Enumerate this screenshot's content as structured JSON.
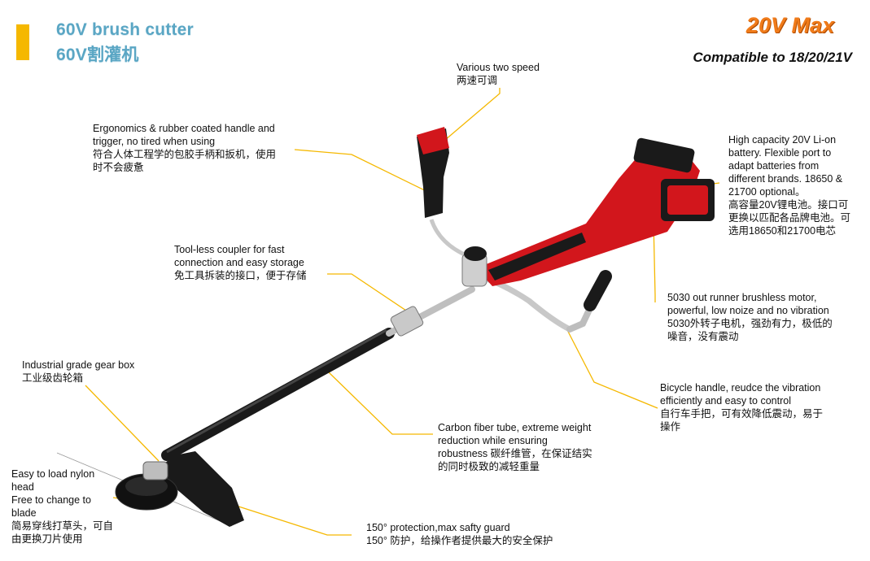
{
  "header": {
    "title_en": "60V brush cutter",
    "title_cn": "60V割灌机",
    "badge": "20V Max",
    "compatibility": "Compatible to 18/20/21V"
  },
  "colors": {
    "accent_yellow": "#f5b800",
    "title_blue": "#5aa6c4",
    "badge_orange": "#f07b1a",
    "product_red": "#d2161c",
    "callout_line": "#f5b800"
  },
  "callouts": {
    "two_speed": {
      "en": "Various two speed",
      "cn": "两速可调"
    },
    "handle": {
      "en1": "Ergonomics & rubber coated handle and",
      "en2": "trigger, no tired when using",
      "cn1": "符合人体工程学的包胶手柄和扳机，使用",
      "cn2": "时不会疲惫"
    },
    "battery": {
      "l1": "High capacity 20V Li-on",
      "l2": "battery. Flexible port to",
      "l3": "adapt batteries from",
      "l4": "different brands. 18650 &",
      "l5": "21700 optional。",
      "l6": "高容量20V锂电池。接口可",
      "l7": "更换以匹配各品牌电池。可",
      "l8": "选用18650和21700电芯"
    },
    "coupler": {
      "en1": "Tool-less coupler for fast",
      "en2": "connection and easy storage",
      "cn": "免工具拆装的接口，便于存储"
    },
    "motor": {
      "en1": "5030 out runner brushless motor,",
      "en2": "powerful, low noize and no vibration",
      "cn1": "5030外转子电机，强劲有力，极低的",
      "cn2": "噪音，没有震动"
    },
    "gearbox": {
      "en": "Industrial grade gear box",
      "cn": "工业级齿轮箱"
    },
    "bicycle": {
      "en1": "Bicycle handle, reudce the vibration",
      "en2": "efficiently and easy  to control",
      "cn1": "自行车手把，可有效降低震动，易于",
      "cn2": "操作"
    },
    "tube": {
      "en1": "Carbon fiber tube, extreme weight",
      "en2": "reduction while ensuring",
      "en3": "robustness 碳纤维管，在保证结实",
      "cn": "的同时极致的减轻重量"
    },
    "head": {
      "l1": "Easy to load nylon",
      "l2": "head",
      "l3": "Free to change to",
      "l4": "blade",
      "l5": "简易穿线打草头，可自",
      "l6": "由更换刀片使用"
    },
    "guard": {
      "en": "150°  protection,max safty guard",
      "cn": "150° 防护，给操作者提供最大的安全保护"
    }
  }
}
